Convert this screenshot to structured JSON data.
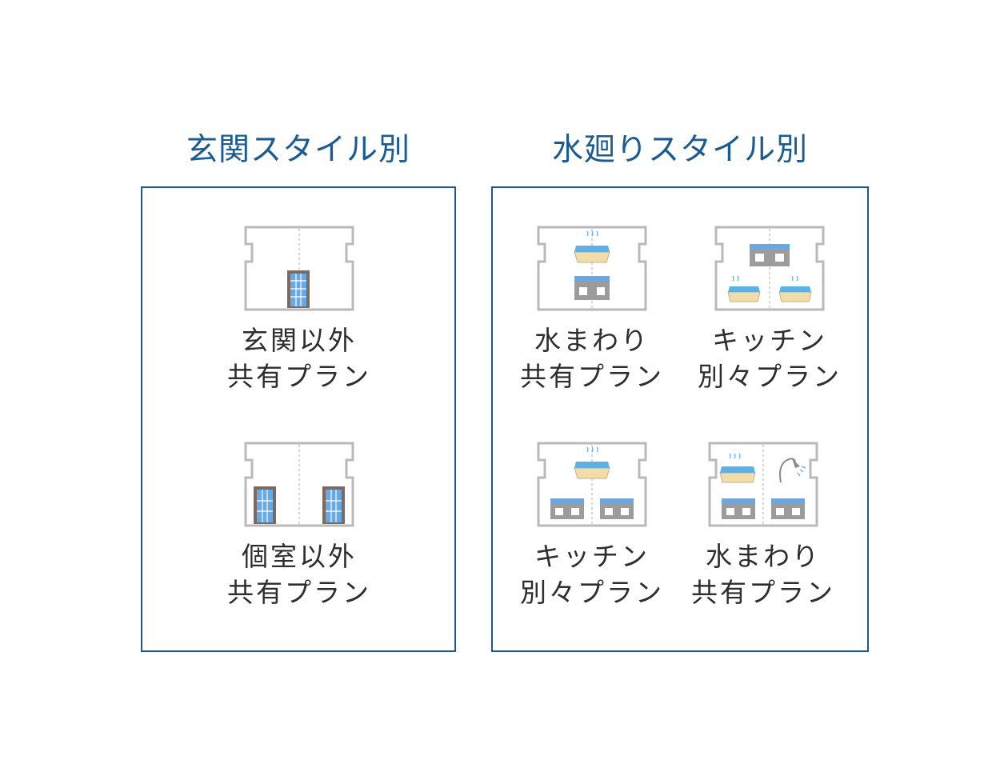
{
  "sections": [
    {
      "title": "玄関スタイル別",
      "plans": [
        {
          "line1": "玄関以外",
          "line2": "共有プラン",
          "icon": "floorplan-shared-entrance-icon"
        },
        {
          "line1": "個室以外",
          "line2": "共有プラン",
          "icon": "floorplan-two-entrances-icon"
        }
      ]
    },
    {
      "title": "水廻りスタイル別",
      "plans": [
        {
          "line1": "水まわり",
          "line2": "共有プラン",
          "icon": "floorplan-shared-water-icon"
        },
        {
          "line1": "キッチン",
          "line2": "別々プラン",
          "icon": "floorplan-separate-kitchen-icon"
        },
        {
          "line1": "キッチン",
          "line2": "別々プラン",
          "icon": "floorplan-separate-kitchen-shared-bath-icon"
        },
        {
          "line1": "水まわり",
          "line2": "共有プラン",
          "icon": "floorplan-shared-water-shower-icon"
        }
      ]
    }
  ],
  "colors": {
    "title": "#1a5b93",
    "border": "#1c5a8e",
    "label": "#2d2d2d",
    "wall": "#b9b9b9",
    "door": "#7d6a5c",
    "door_glass": "#66a9e6",
    "water": "#5fb0e3",
    "counter": "#f1dcaa",
    "appliance": "#9c9c9c"
  }
}
